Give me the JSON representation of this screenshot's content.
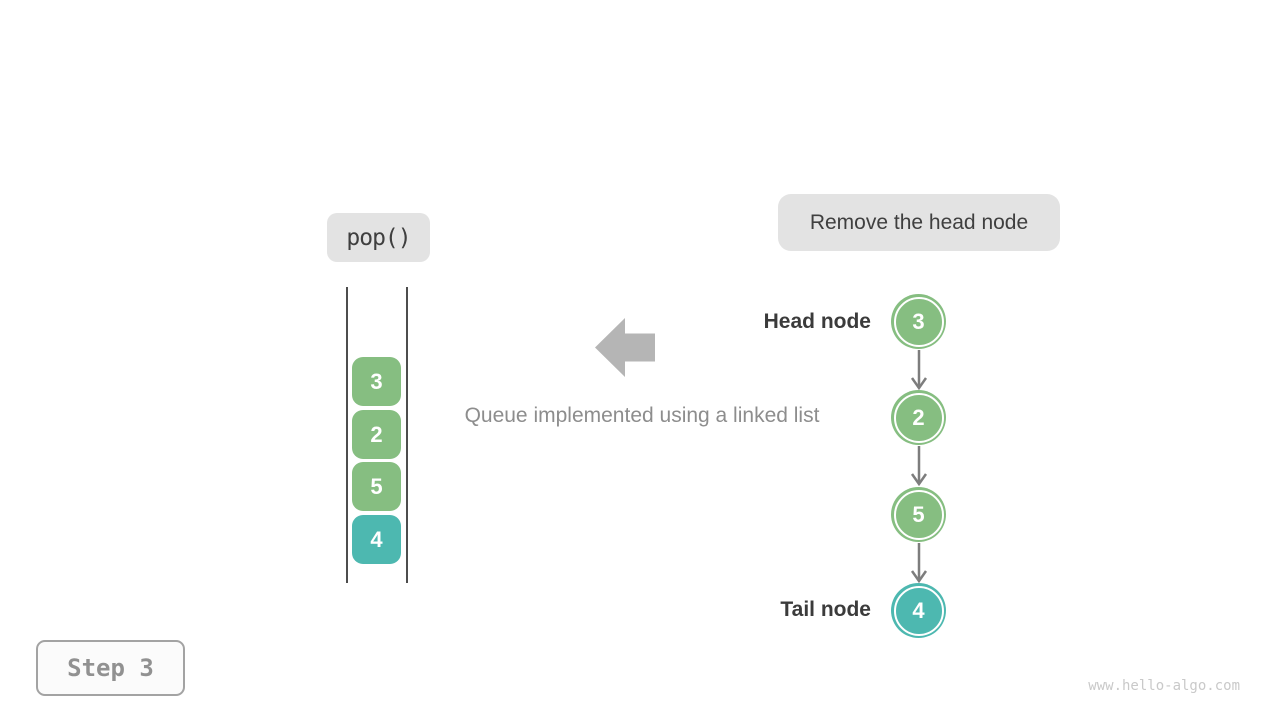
{
  "colors": {
    "node_green": "#86BE81",
    "node_teal": "#4DB8B0",
    "box_bg": "#e3e3e3",
    "box_text": "#3f3f3f",
    "muted_text": "#8d8d8d",
    "dark_text": "#3b3b3b",
    "arrow_gray": "#7d7d7d",
    "big_arrow": "#b5b5b5",
    "line_dark": "#4d4d4d",
    "step_border": "#a3a3a3",
    "step_text": "#919191",
    "watermark_text": "#c9c9c9"
  },
  "operation": {
    "label": "pop()"
  },
  "annotation": {
    "label": "Remove the head node"
  },
  "caption": {
    "label": "Queue implemented using a linked list"
  },
  "queue_stack": {
    "values": [
      "3",
      "2",
      "5",
      "4"
    ],
    "value_colors": [
      "node_green",
      "node_green",
      "node_green",
      "node_teal"
    ]
  },
  "linked_list": {
    "head_label": "Head node",
    "tail_label": "Tail node",
    "nodes": [
      {
        "value": "3",
        "color": "node_green"
      },
      {
        "value": "2",
        "color": "node_green"
      },
      {
        "value": "5",
        "color": "node_green"
      },
      {
        "value": "4",
        "color": "node_teal"
      }
    ]
  },
  "step": {
    "label": "Step 3"
  },
  "watermark": {
    "label": "www.hello-algo.com"
  }
}
